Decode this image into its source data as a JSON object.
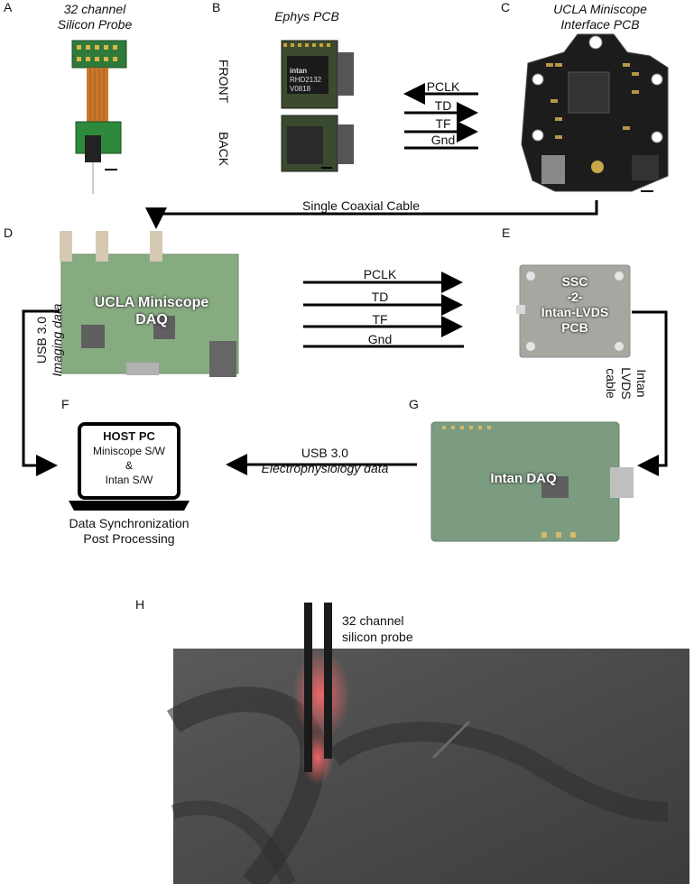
{
  "panels": {
    "a": {
      "letter": "A",
      "title_line1": "32 channel",
      "title_line2": "Silicon Probe"
    },
    "b": {
      "letter": "B",
      "title": "Ephys PCB",
      "front": "FRONT",
      "back": "BACK",
      "chip_brand": "intan",
      "chip_model": "RHD2132",
      "chip_code": "V0818"
    },
    "c": {
      "letter": "C",
      "title_line1": "UCLA Miniscope",
      "title_line2": "Interface PCB"
    },
    "d": {
      "letter": "D",
      "board_line1": "UCLA Miniscope",
      "board_line2": "DAQ"
    },
    "e": {
      "letter": "E",
      "board_line1": "SSC",
      "board_line2": "-2-",
      "board_line3": "Intan-LVDS",
      "board_line4": "PCB"
    },
    "f": {
      "letter": "F",
      "screen_title": "HOST PC",
      "screen_line1": "Miniscope S/W",
      "screen_line2": "&",
      "screen_line3": "Intan S/W",
      "caption_line1": "Data Synchronization",
      "caption_line2": "Post Processing"
    },
    "g": {
      "letter": "G",
      "board_label": "Intan DAQ"
    },
    "h": {
      "letter": "H",
      "probe_line1": "32 channel",
      "probe_line2": "silicon probe"
    }
  },
  "signals_top": [
    "PCLK",
    "TD",
    "TF",
    "Gnd"
  ],
  "signals_mid": [
    "PCLK",
    "TD",
    "TF",
    "Gnd"
  ],
  "coax_label": "Single Coaxial Cable",
  "usb_left": {
    "line1": "USB 3.0",
    "line2": "Imaging data"
  },
  "usb_bottom": {
    "line1": "USB 3.0",
    "line2": "Electrophysiology data"
  },
  "lvds": {
    "line1": "Intan",
    "line2": "LVDS",
    "line3": "cable"
  },
  "colors": {
    "pcb_green": "#4c7a4a",
    "pcb_dark": "#1a1a1a",
    "flex_orange": "#c8782a",
    "fluor_red": "#ff5a5a"
  }
}
